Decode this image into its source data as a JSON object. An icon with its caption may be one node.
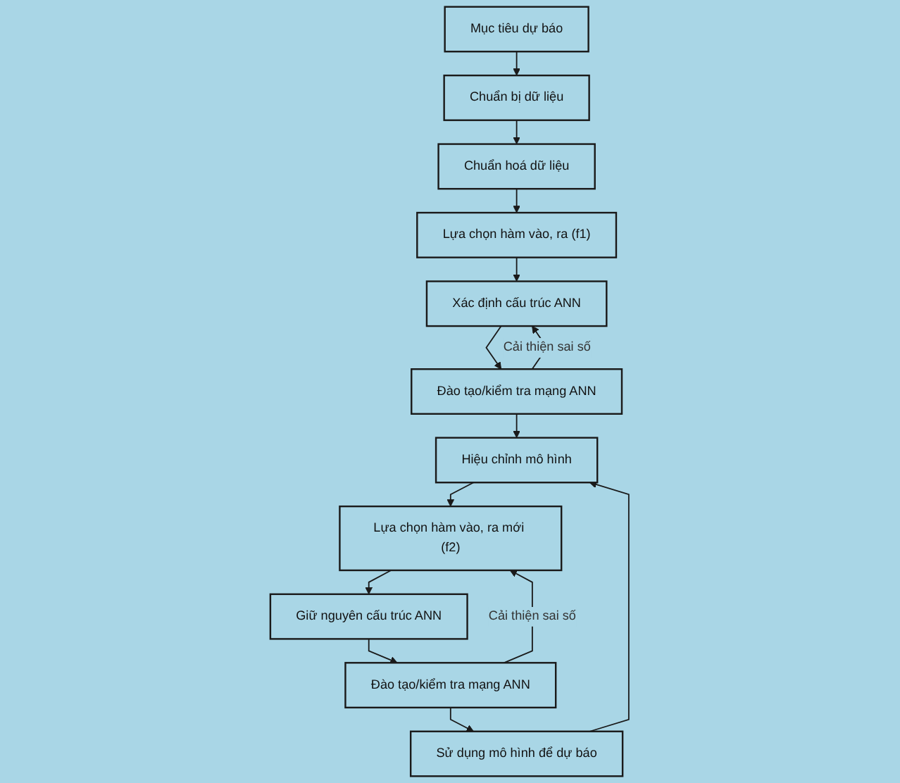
{
  "diagram": {
    "nodes": [
      {
        "text": [
          "Mục tiêu dự báo"
        ]
      },
      {
        "text": [
          "Chuẩn bị dữ liệu"
        ]
      },
      {
        "text": [
          "Chuẩn hoá dữ liệu"
        ]
      },
      {
        "text": [
          "Lựa chọn hàm vào, ra (f1)"
        ]
      },
      {
        "text": [
          "Xác định cấu trúc ANN"
        ]
      },
      {
        "text": [
          "Đào tạo/kiểm tra mạng ANN"
        ]
      },
      {
        "text": [
          "Hiệu chỉnh mô hình"
        ]
      },
      {
        "text": [
          "Lựa chọn hàm vào, ra mới (f2)"
        ]
      },
      {
        "text": [
          "Giữ nguyên cấu trúc ANN"
        ]
      },
      {
        "text": [
          "Đào tạo/kiểm tra mạng ANN"
        ]
      },
      {
        "text": [
          "Sử dụng mô hình để dự báo"
        ]
      }
    ],
    "edges": [
      {
        "from": 0,
        "to": 1,
        "arrow": "to"
      },
      {
        "from": 1,
        "to": 2,
        "arrow": "to"
      },
      {
        "from": 2,
        "to": 3,
        "arrow": "to"
      },
      {
        "from": 3,
        "to": 4,
        "arrow": "to"
      },
      {
        "from": 4,
        "to": 5,
        "arrow": "to"
      },
      {
        "from": 5,
        "to": 4,
        "arrow": "to",
        "label": "Cải thiện sai số"
      },
      {
        "from": 5,
        "to": 6,
        "arrow": "to"
      },
      {
        "from": 6,
        "to": 7,
        "arrow": "to"
      },
      {
        "from": 7,
        "to": 8,
        "arrow": "to"
      },
      {
        "from": 8,
        "to": 9,
        "arrow": "to"
      },
      {
        "from": 9,
        "to": 7,
        "arrow": "to",
        "label": "Cải thiện sai số"
      },
      {
        "from": 9,
        "to": 10,
        "arrow": "to"
      },
      {
        "from": 10,
        "to": 6,
        "arrow": "to"
      }
    ]
  }
}
